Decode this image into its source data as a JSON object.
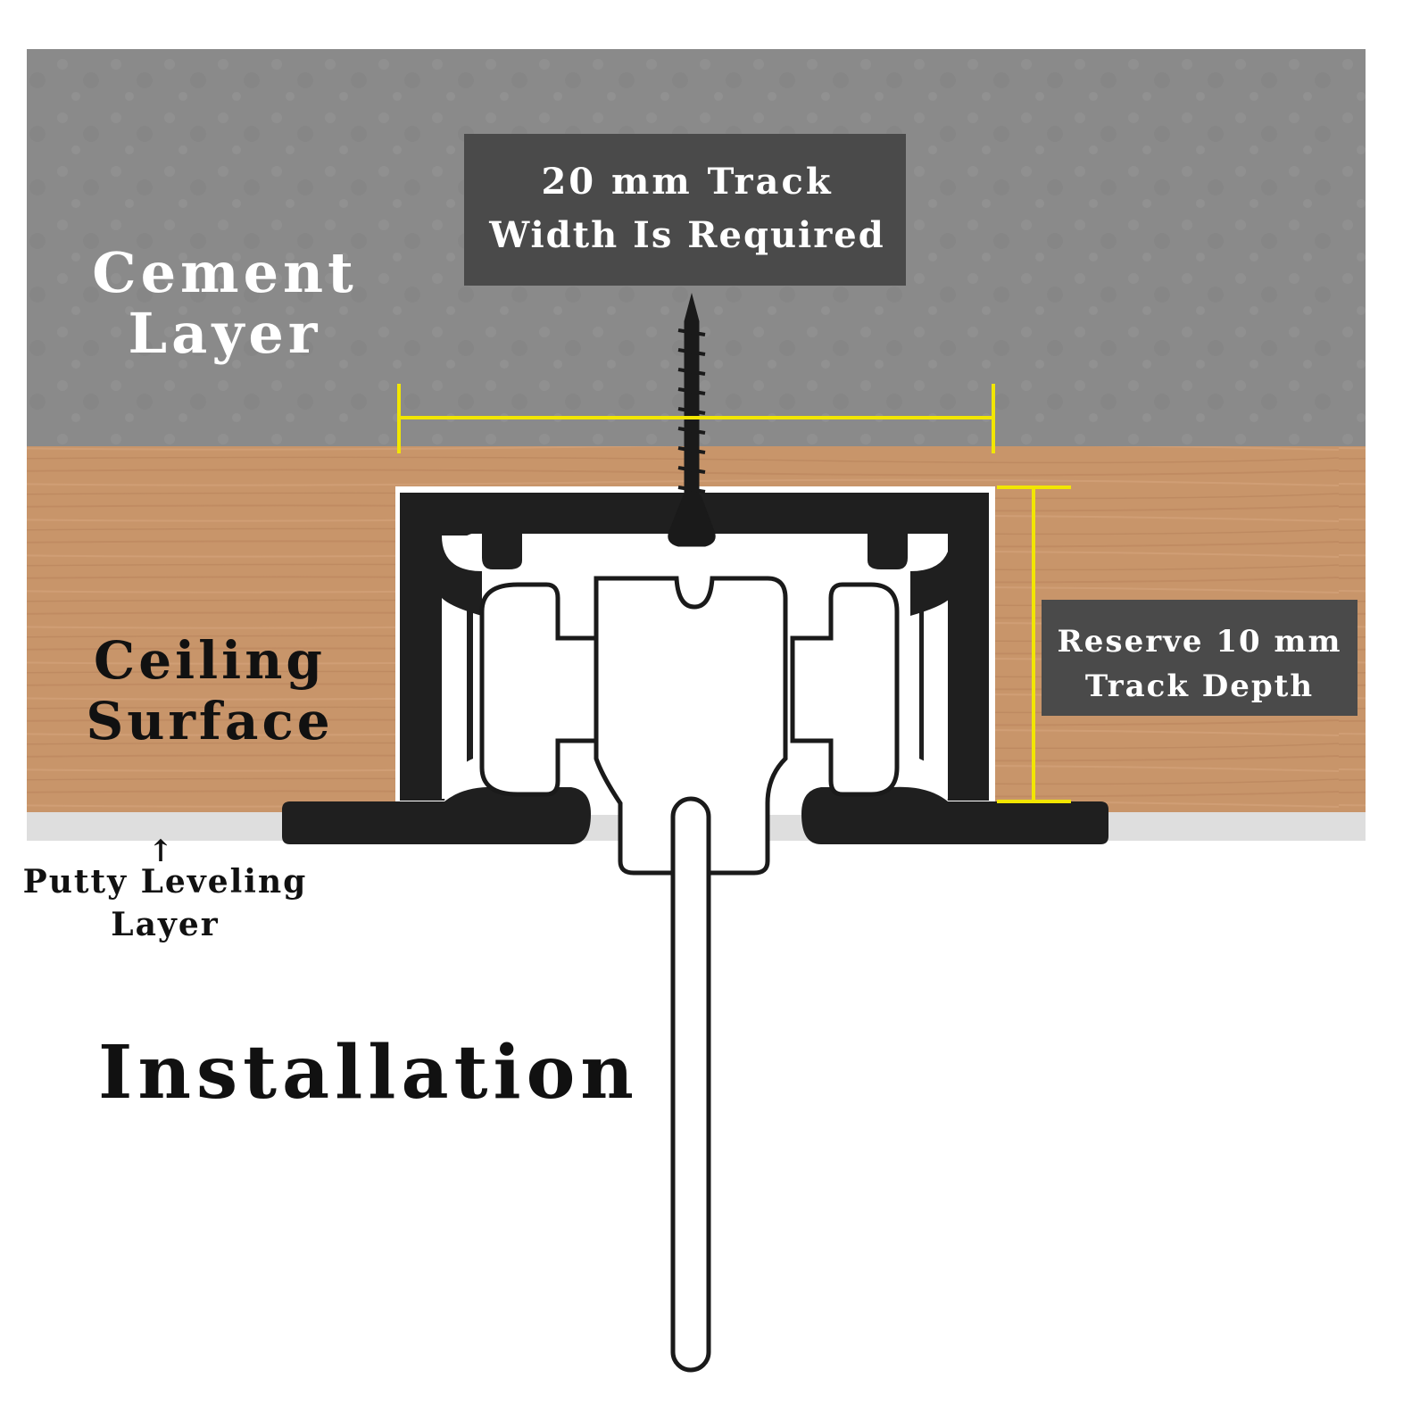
{
  "labels": {
    "cement_layer": [
      "Cement",
      "Layer"
    ],
    "track_width_note": [
      "20 mm Track",
      "Width Is Required"
    ],
    "ceiling_surface": [
      "Ceiling",
      "Surface"
    ],
    "track_depth_note": [
      "Reserve 10 mm",
      "Track Depth"
    ],
    "putty_layer": [
      "Putty Leveling",
      "Layer"
    ],
    "putty_arrow": "↑",
    "installation_title": "Installation"
  },
  "colors": {
    "cement": "#8a8a8a",
    "wood": "#c8956a",
    "putty": "#dedede",
    "track": "#1f1f1f",
    "note_box": "#4a4a4a",
    "dimension_line": "#f2e600",
    "label_light": "#ffffff",
    "label_dark": "#111111"
  }
}
